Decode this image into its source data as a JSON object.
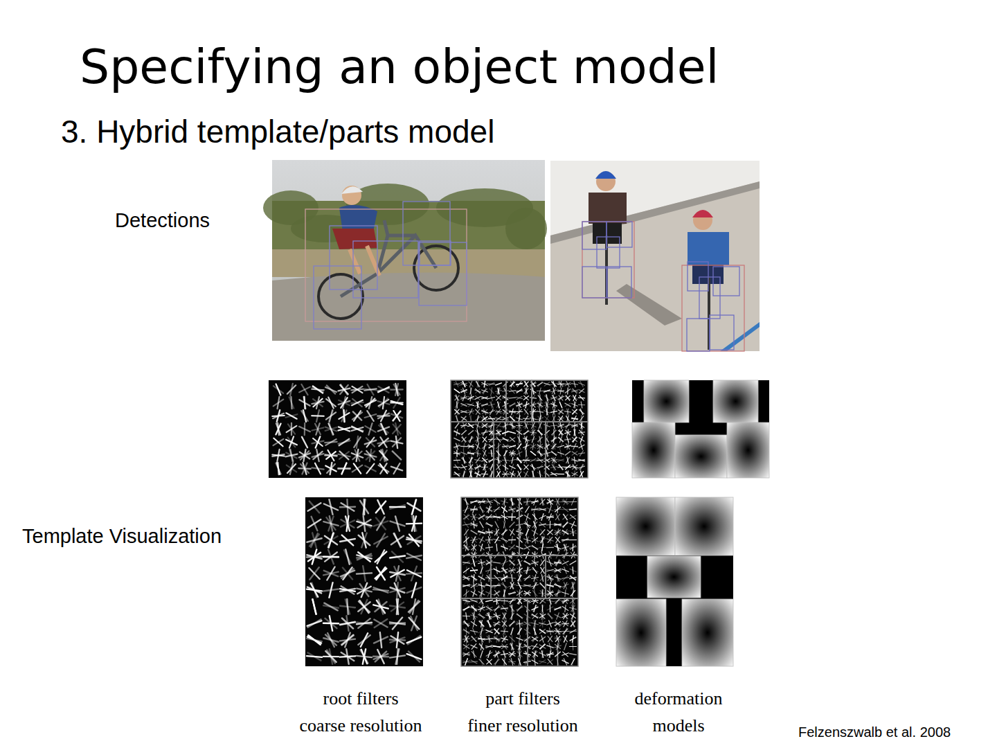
{
  "diagram": {
    "title": "Specifying an object model",
    "labels": [
      "3. Hybrid template/parts model",
      "Detections",
      "Template Visualization",
      "root filters",
      "coarse resolution",
      "part filters",
      "finer resolution",
      "deformation",
      "models",
      "Felzenszwalb et al. 2008"
    ]
  }
}
